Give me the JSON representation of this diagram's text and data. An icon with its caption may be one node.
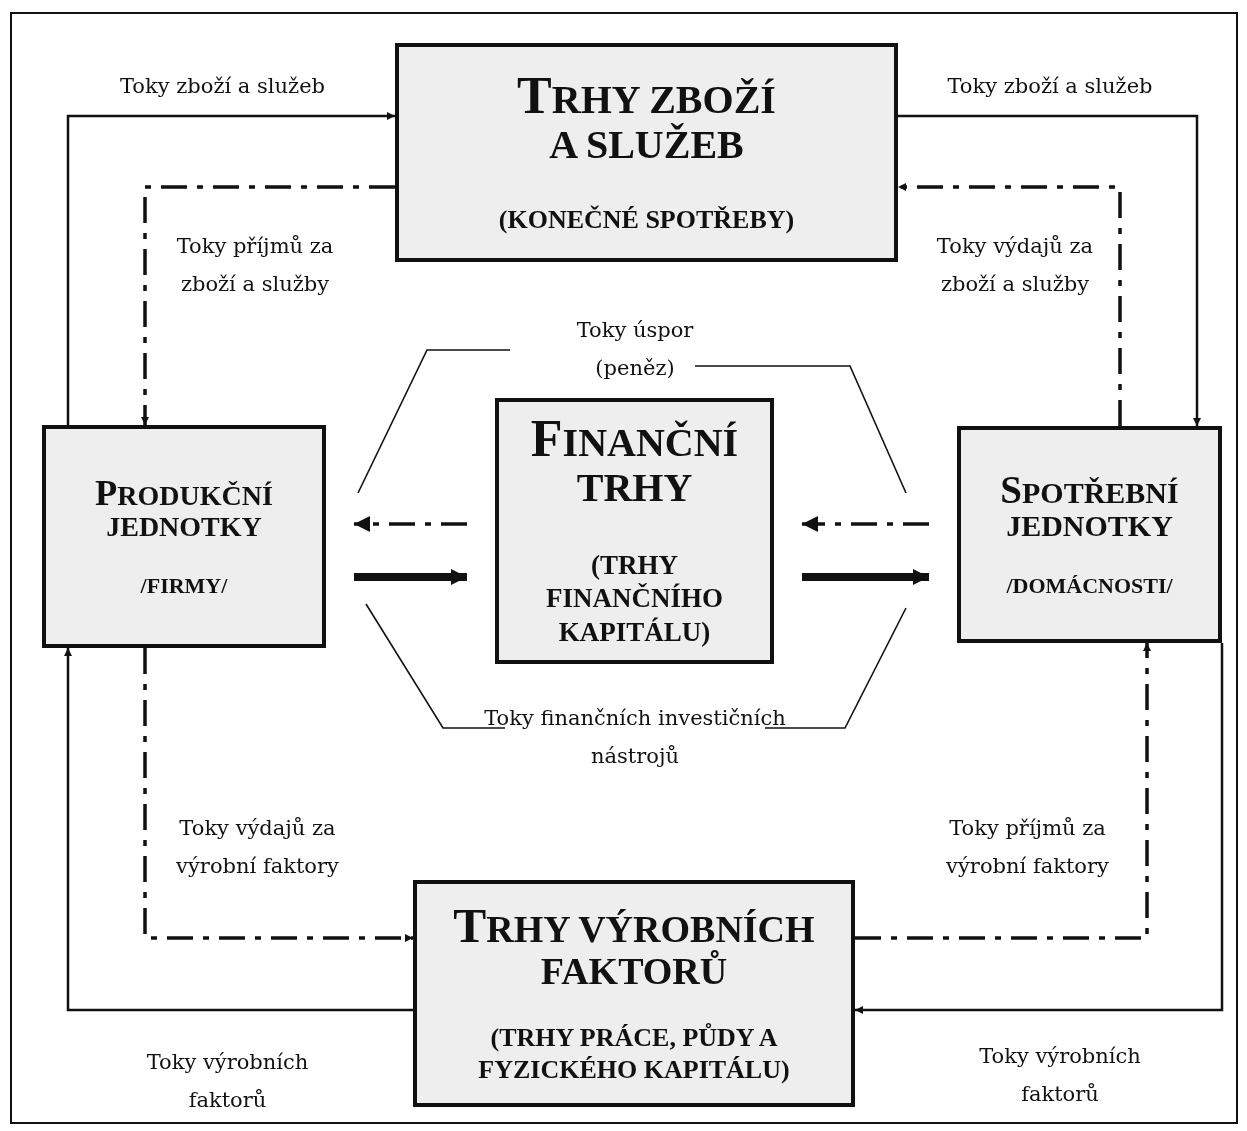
{
  "diagram": {
    "nodes": [
      {
        "text": [
          "TRHY ZBOŽÍ A SLUŽEB",
          "(KONEČNÉ SPOTŘEBY)"
        ]
      },
      {
        "text": [
          "PRODUKČNÍ JEDNOTKY",
          "/FIRMY/"
        ]
      },
      {
        "text": [
          "FINANČNÍ TRHY",
          "(TRHY FINANČNÍHO KAPITÁLU)"
        ]
      },
      {
        "text": [
          "SPOTŘEBNÍ JEDNOTKY",
          "/DOMÁCNOSTI/"
        ]
      },
      {
        "text": [
          "TRHY VÝROBNÍCH FAKTORŮ",
          "(TRHY PRÁCE, PŮDY A FYZICKÉHO KAPITÁLU)"
        ]
      }
    ],
    "edges": [
      {
        "from": 1,
        "to": 0,
        "arrow": "to",
        "label": "Toky zboží a služeb"
      },
      {
        "from": 0,
        "to": 3,
        "arrow": "to",
        "label": "Toky zboží a služeb"
      },
      {
        "from": 0,
        "to": 1,
        "arrow": "to",
        "style": "dashed",
        "label": "Toky příjmů za zboží a služby"
      },
      {
        "from": 3,
        "to": 0,
        "arrow": "to",
        "style": "dashed",
        "label": "Toky výdajů za zboží a služby"
      },
      {
        "from": 1,
        "to": 4,
        "arrow": "to",
        "style": "dashed",
        "label": "Toky výdajů za výrobní faktory"
      },
      {
        "from": 4,
        "to": 3,
        "arrow": "to",
        "style": "dashed",
        "label": "Toky příjmů za výrobní faktory"
      },
      {
        "from": 3,
        "to": 4,
        "arrow": "to",
        "label": "Toky výrobních faktorů"
      },
      {
        "from": 4,
        "to": 1,
        "arrow": "to",
        "label": "Toky výrobních faktorů"
      },
      {
        "from": 2,
        "to": 1,
        "arrow": "to",
        "style": "dashed"
      },
      {
        "from": 1,
        "to": 2,
        "arrow": "to",
        "style": "thick"
      },
      {
        "from": 3,
        "to": 2,
        "arrow": "to",
        "style": "dashed"
      },
      {
        "from": 2,
        "to": 3,
        "arrow": "to",
        "style": "thick"
      }
    ],
    "labels": [
      "Toky úspor (peněz)",
      "Toky finančních investičních nástrojů"
    ]
  }
}
